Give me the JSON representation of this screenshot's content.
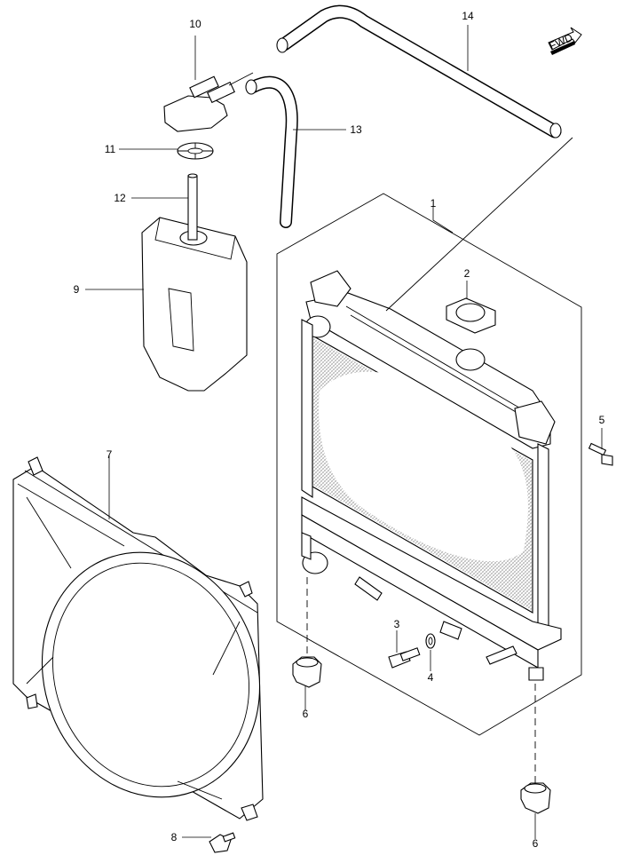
{
  "diagram": {
    "callouts": [
      "1",
      "2",
      "3",
      "4",
      "5",
      "6",
      "6",
      "7",
      "8",
      "9",
      "10",
      "11",
      "12",
      "13",
      "14"
    ],
    "direction_badge": "FWD"
  },
  "parts": {
    "radiator": "1",
    "radiator_cap": "2",
    "drain_plug": "3",
    "drain_plug_gasket": "4",
    "bolt_upper": "5",
    "mount_cushion_left": "6",
    "mount_cushion_right": "6",
    "fan_shroud": "7",
    "shroud_bolt": "8",
    "reservoir_tank": "9",
    "reservoir_cap": "10",
    "reservoir_cap_gasket": "11",
    "reservoir_tube": "12",
    "overflow_hose": "13",
    "radiator_hose": "14"
  }
}
